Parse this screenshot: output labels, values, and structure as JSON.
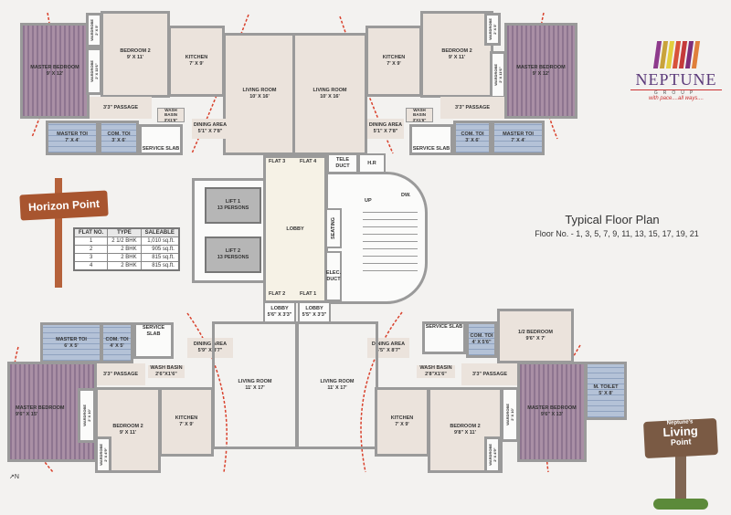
{
  "brand": {
    "name": "NEPTUNE",
    "group": "GROUP",
    "tagline": "with pace....all ways....",
    "bar_colors": [
      "#8e3b8c",
      "#c9a33b",
      "#e3ce3f",
      "#d8523a",
      "#c53a3a",
      "#7e2f7a",
      "#e07f3a"
    ]
  },
  "heading": {
    "title": "Typical Floor Plan",
    "floors": "Floor No. - 1, 3, 5, 7, 9, 11, 13, 15, 17, 19, 21"
  },
  "project_sign": {
    "left": "Horizon Point",
    "right_small": "Neptune's",
    "right_big": "Living",
    "right_sub": "Point"
  },
  "north": "N",
  "area_table": {
    "headers": [
      "FLAT NO.",
      "TYPE",
      "SALEABLE"
    ],
    "rows": [
      [
        "1",
        "2 1/2 BHK",
        "1,010 sq.ft."
      ],
      [
        "2",
        "2 BHK",
        "905 sq.ft."
      ],
      [
        "3",
        "2 BHK",
        "815 sq.ft."
      ],
      [
        "4",
        "2 BHK",
        "815 sq.ft."
      ]
    ]
  },
  "core": {
    "flat3": "FLAT 3",
    "flat4": "FLAT 4",
    "flat2": "FLAT 2",
    "flat1": "FLAT 1",
    "lobby": "LOBBY",
    "lift1": "LIFT 1",
    "lift1_cap": "13 persons",
    "lift2": "LIFT 2",
    "lift2_cap": "13 persons",
    "tele": "TELE DUCT",
    "hr": "H.R",
    "seating": "SEATING",
    "elec": "ELEC. DUCT",
    "up": "UP",
    "dw": "DW.",
    "lobby_l": "LOBBY",
    "lobby_l_dim": "5'6\" X 3'3\"",
    "lobby_r": "LOBBY",
    "lobby_r_dim": "5'5\" X 3'3\""
  },
  "rooms": [
    {
      "n": "MASTER BEDROOM",
      "d": "9' X 12'"
    },
    {
      "n": "WARDROBE",
      "d": "2' X 5'"
    },
    {
      "n": "WARDROBE",
      "d": "2' X 11'6\""
    },
    {
      "n": "BEDROOM 2",
      "d": "9' X 11'"
    },
    {
      "n": "KITCHEN",
      "d": "7' X 9'"
    },
    {
      "n": "LIVING ROOM",
      "d": "10' X 16'"
    },
    {
      "n": "3'3\" PASSAGE",
      "d": ""
    },
    {
      "n": "WASH BASIN",
      "d": "3'X1'6\""
    },
    {
      "n": "DINING AREA",
      "d": "5'1\" X 7'8\""
    },
    {
      "n": "MASTER TOI",
      "d": "7' X 4'"
    },
    {
      "n": "COM. TOI",
      "d": "3' X 6'"
    },
    {
      "n": "SERVICE SLAB",
      "d": ""
    },
    {
      "n": "LIVING ROOM",
      "d": "10' X 16'"
    },
    {
      "n": "KITCHEN",
      "d": "7' X 9'"
    },
    {
      "n": "BEDROOM 2",
      "d": "9' X 11'"
    },
    {
      "n": "WARDROBE",
      "d": "2' X 5'"
    },
    {
      "n": "WARDROBE",
      "d": "2' X 11'6\""
    },
    {
      "n": "MASTER BEDROOM",
      "d": "9' X 12'"
    },
    {
      "n": "3'3\" PASSAGE",
      "d": ""
    },
    {
      "n": "WASH BASIN",
      "d": "3'X1'6\""
    },
    {
      "n": "DINING AREA",
      "d": "5'1\" X 7'8\""
    },
    {
      "n": "COM. TOI",
      "d": "3' X 6'"
    },
    {
      "n": "MASTER TOI",
      "d": "7' X 4'"
    },
    {
      "n": "SERVICE SLAB",
      "d": ""
    },
    {
      "n": "MASTER TOI",
      "d": "6' X 5'"
    },
    {
      "n": "COM. TOI",
      "d": "4' X 5'"
    },
    {
      "n": "SERVICE SLAB",
      "d": ""
    },
    {
      "n": "DINING AREA",
      "d": "5'9\" X 8'7\""
    },
    {
      "n": "WASH BASIN",
      "d": "2'6\"X1'6\""
    },
    {
      "n": "3'3\" PASSAGE",
      "d": ""
    },
    {
      "n": "LIVING ROOM",
      "d": "11' X 17'"
    },
    {
      "n": "MASTER BEDROOM",
      "d": "9'6\" X 15'"
    },
    {
      "n": "WARDROBE",
      "d": "2' X 10'"
    },
    {
      "n": "BEDROOM 2",
      "d": "9' X 11'"
    },
    {
      "n": "WARDROBE",
      "d": "2' X 4'9\""
    },
    {
      "n": "KITCHEN",
      "d": "7' X 9'"
    },
    {
      "n": "SERVICE SLAB",
      "d": ""
    },
    {
      "n": "COM. TOI",
      "d": "4' X 5'6\""
    },
    {
      "n": "1/2 BEDROOM",
      "d": "9'6\" X 7'"
    },
    {
      "n": "DINING AREA",
      "d": "6'5\" X 8'7\""
    },
    {
      "n": "WASH BASIN",
      "d": "2'8\"X1'6\""
    },
    {
      "n": "3'3\" PASSAGE",
      "d": ""
    },
    {
      "n": "LIVING ROOM",
      "d": "11' X 17'"
    },
    {
      "n": "KITCHEN",
      "d": "7' X 9'"
    },
    {
      "n": "BEDROOM 2",
      "d": "9'8\" X 11'"
    },
    {
      "n": "WARDROBE",
      "d": "2' X 4'9\""
    },
    {
      "n": "WARDROBE",
      "d": "2' X 10'"
    },
    {
      "n": "MASTER BEDROOM",
      "d": "9'6\" X 13'"
    },
    {
      "n": "M. TOILET",
      "d": "5' X 8'"
    }
  ],
  "colors": {
    "wall": "#9a9a9a",
    "floor": "#ebe3dc",
    "bedroom": "#a98fa5",
    "toilet": "#b4c2d7",
    "arrow": "#d9412c"
  }
}
